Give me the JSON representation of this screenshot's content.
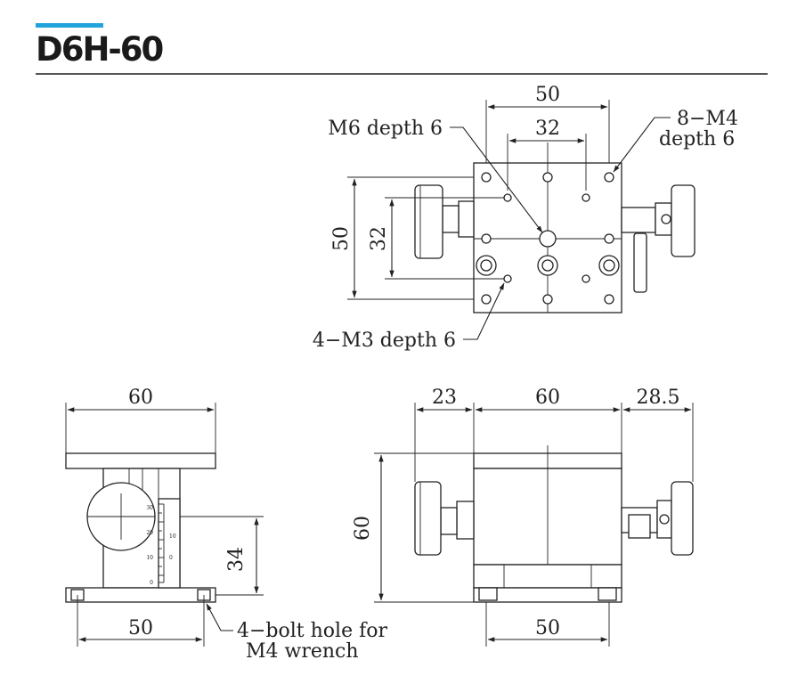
{
  "header": {
    "title": "D6H-60"
  },
  "top_view": {
    "dim_outer_width": "50",
    "dim_inner_width": "32",
    "dim_outer_height": "50",
    "dim_inner_height": "32",
    "label_center_hole": "M6 depth 6",
    "label_m4_line1": "8−M4",
    "label_m4_line2": "depth 6",
    "label_m3": "4−M3 depth 6"
  },
  "side_view": {
    "dim_top_width": "60",
    "dim_height": "34",
    "dim_base_width": "50",
    "label_bolt_line1": "4−bolt hole for",
    "label_bolt_line2": "M4 wrench",
    "scale_ticks": [
      "30",
      "20",
      "10",
      "0",
      "10",
      "0"
    ]
  },
  "front_view": {
    "dim_left": "23",
    "dim_center": "60",
    "dim_right": "28.5",
    "dim_height": "60",
    "dim_base": "50"
  },
  "colors": {
    "accent": "#21a3dc",
    "line": "#222222"
  }
}
